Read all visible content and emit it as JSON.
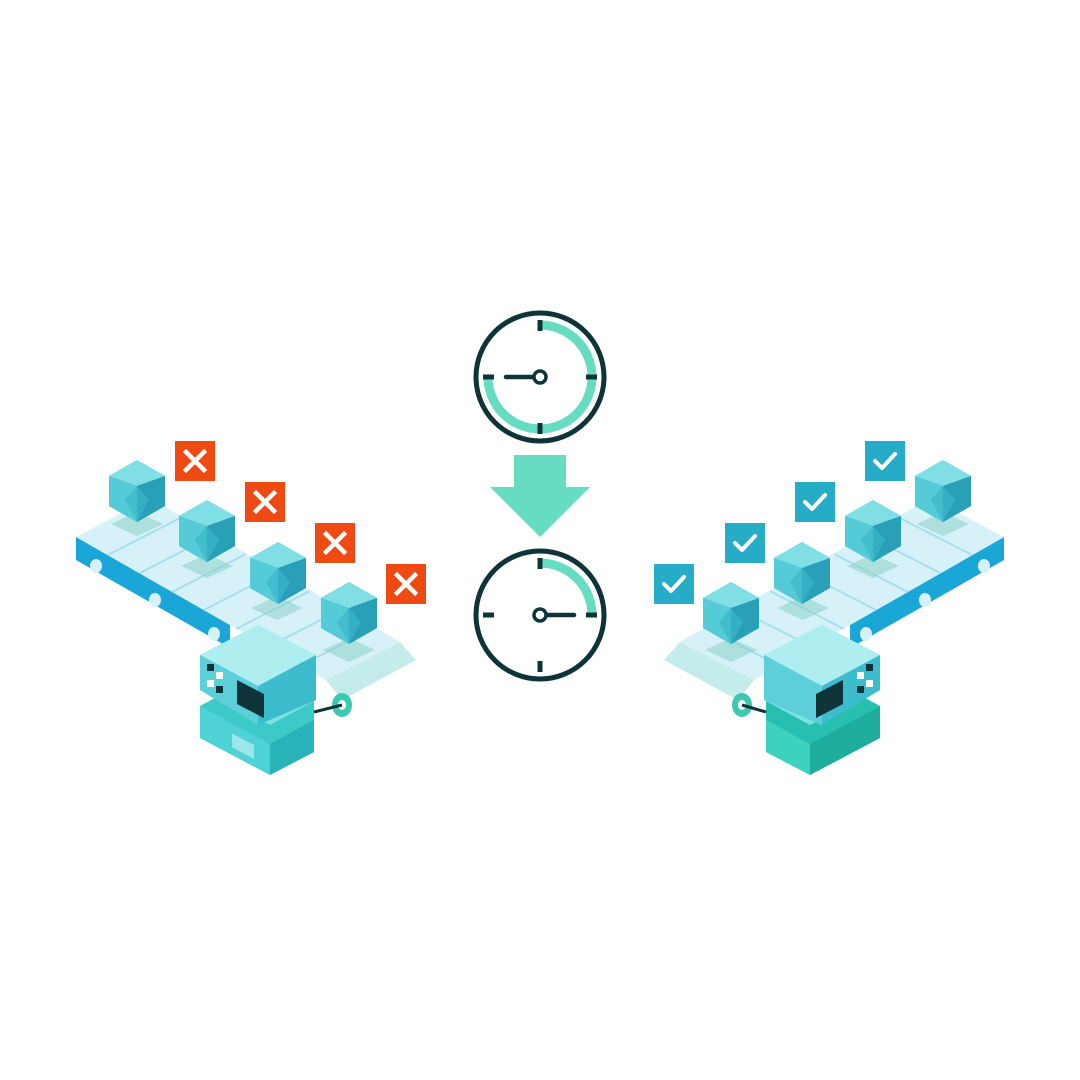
{
  "illustration": {
    "left_line": {
      "status": "failed",
      "item_count": 4,
      "badge_icon": "x-mark-icon"
    },
    "right_line": {
      "status": "passed",
      "item_count": 4,
      "badge_icon": "check-mark-icon"
    },
    "timer_top": {
      "progress": 0.75
    },
    "timer_bottom": {
      "progress": 0.25
    },
    "arrow_icon": "arrow-down-icon"
  },
  "colors": {
    "teal_light": "#66dcc0",
    "teal": "#3cc9b0",
    "blue": "#1aa6d6",
    "blue_dark": "#1288b5",
    "belt_top": "#d6f1f8",
    "belt_line": "#9cd9ea",
    "gem_top": "#6ad6dc",
    "gem_mid": "#3fbcd0",
    "gem_dark": "#2a9fb8",
    "error": "#f04a13",
    "success_box": "#22a3c2",
    "clock_ink": "#0e3338",
    "white": "#ffffff"
  }
}
